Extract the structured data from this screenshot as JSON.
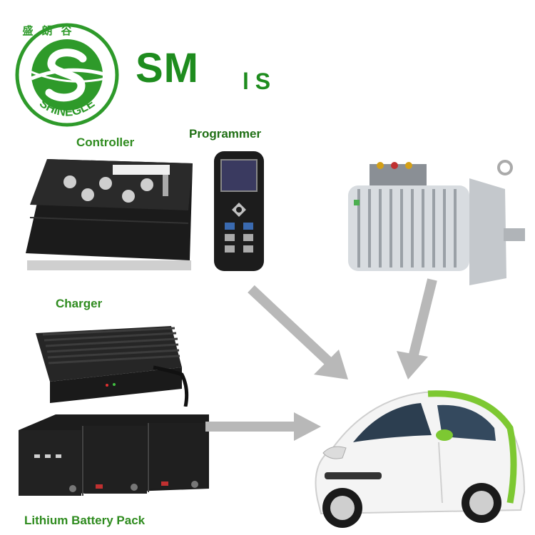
{
  "logo": {
    "chinese_chars": [
      "盛",
      "朗",
      "谷"
    ],
    "brand_ring_text": "SHINEGLE",
    "brand_heading": "SM",
    "brand_heading_tail": "l S",
    "colors": {
      "green": "#2e9a2a",
      "dark_green": "#1e7a1a"
    }
  },
  "components": {
    "controller": {
      "label": "Controller"
    },
    "programmer": {
      "label": "Programmer"
    },
    "charger": {
      "label": "Charger"
    },
    "battery": {
      "label": "Lithium Battery Pack"
    }
  },
  "colors": {
    "arrow": "#b5b5b5",
    "car_green": "#7dc832",
    "device_black": "#1c1c1c"
  }
}
